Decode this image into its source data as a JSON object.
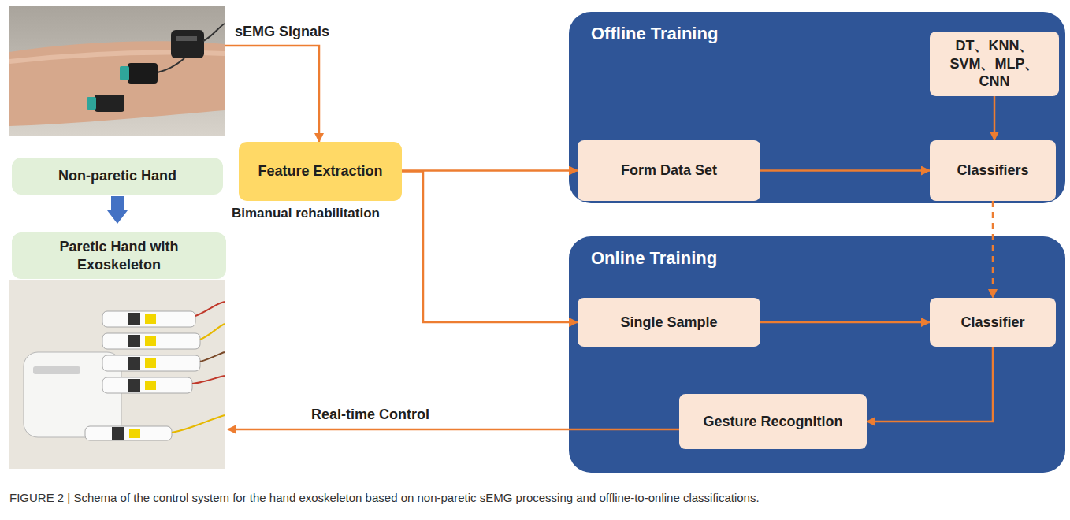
{
  "diagram": {
    "caption": "FIGURE 2 | Schema of the control system for the hand exoskeleton based on non-paretic sEMG processing and offline-to-online classifications.",
    "nodes": [
      {
        "text": [
          "Non-paretic Hand"
        ]
      },
      {
        "text": [
          "Paretic Hand with Exoskeleton"
        ]
      },
      {
        "text": [
          "Feature Extraction"
        ]
      },
      {
        "text": [
          "Offline Training"
        ]
      },
      {
        "text": [
          "DT、KNN、SVM、MLP、CNN"
        ],
        "in": 3
      },
      {
        "text": [
          "Form Data Set"
        ],
        "in": 3
      },
      {
        "text": [
          "Classifiers"
        ],
        "in": 3
      },
      {
        "text": [
          "Online Training"
        ]
      },
      {
        "text": [
          "Single Sample"
        ],
        "in": 7
      },
      {
        "text": [
          "Classifier"
        ],
        "in": 7
      },
      {
        "text": [
          "Gesture Recognition"
        ],
        "in": 7
      }
    ],
    "edges": [
      {
        "from": 0,
        "to": 1,
        "arrow": "to",
        "label": "Bimanual rehabilitation"
      },
      {
        "from": 2,
        "to": 5,
        "arrow": "to"
      },
      {
        "from": 2,
        "to": 8,
        "arrow": "to"
      },
      {
        "from": 4,
        "to": 6,
        "arrow": "to"
      },
      {
        "from": 5,
        "to": 6,
        "arrow": "to"
      },
      {
        "from": 6,
        "to": 9,
        "arrow": "to"
      },
      {
        "from": 8,
        "to": 9,
        "arrow": "to"
      },
      {
        "from": 9,
        "to": 10,
        "arrow": "to"
      }
    ],
    "labels": [
      "sEMG Signals",
      "Real-time Control"
    ]
  }
}
